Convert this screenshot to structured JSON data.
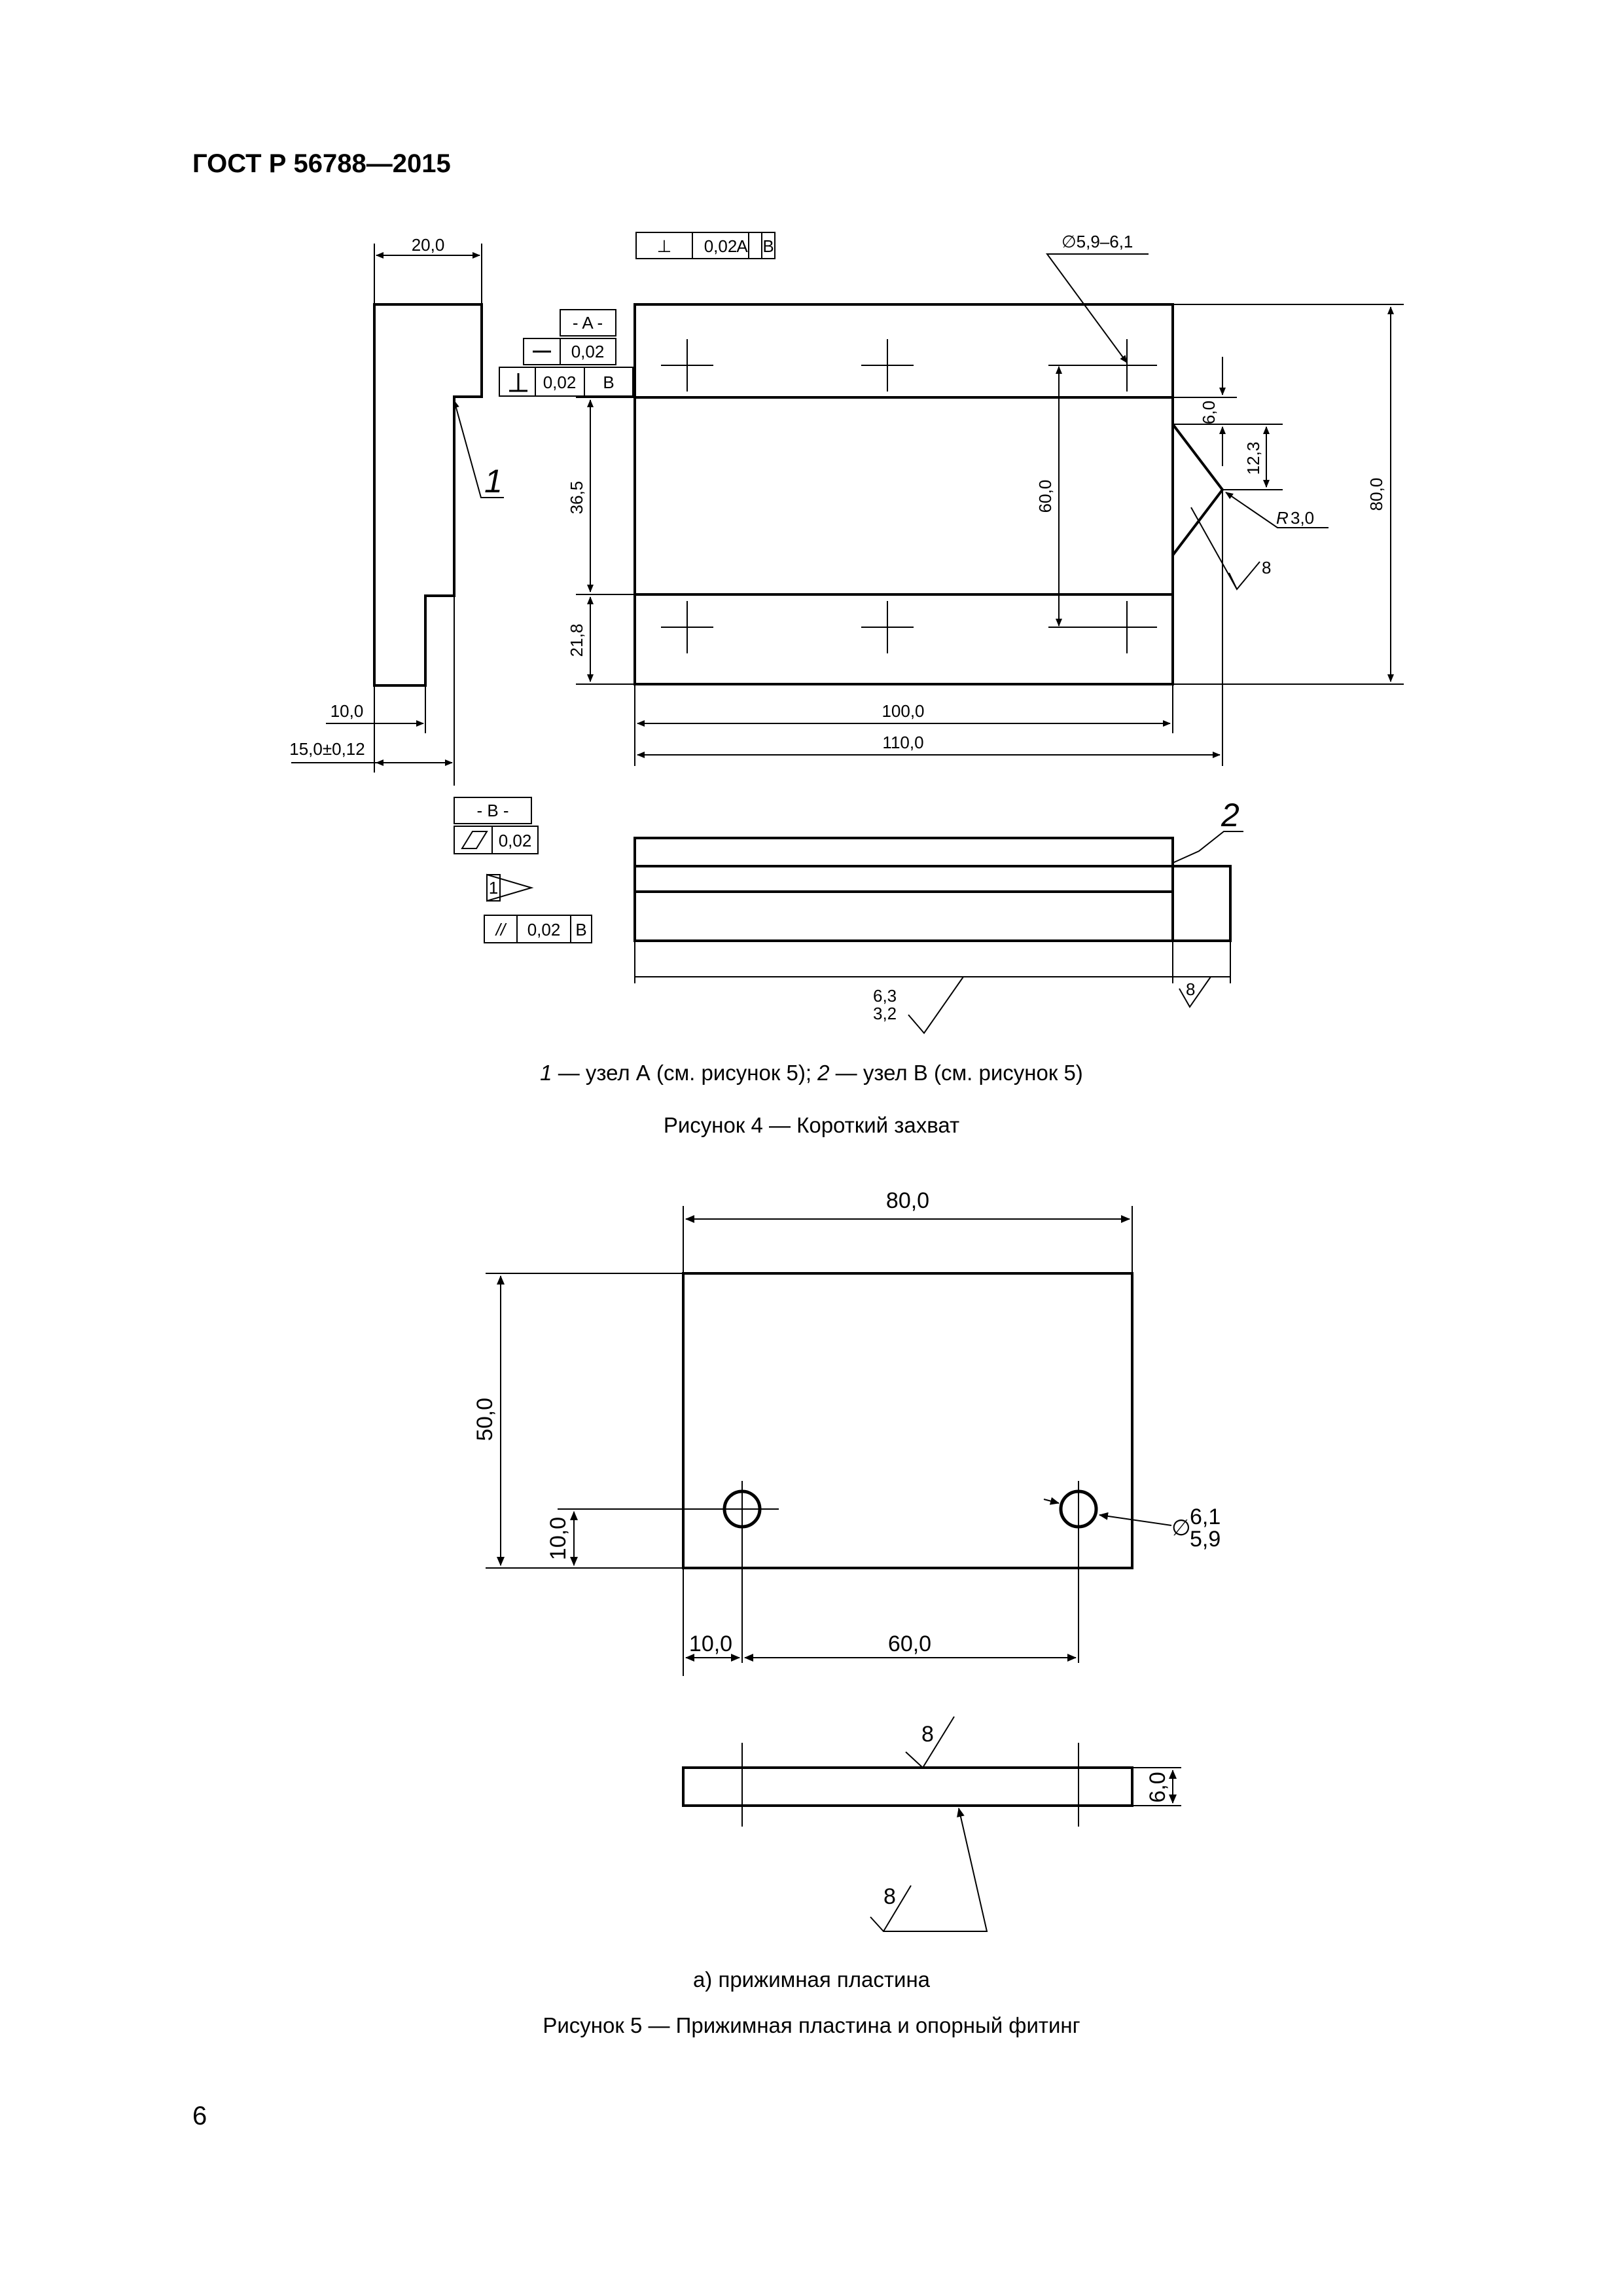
{
  "header": "ГОСТ Р 56788—2015",
  "page_number": "6",
  "figure4": {
    "caption": "Рисунок 4 — Короткий захват",
    "legend": {
      "n1": "1",
      "t1": " — узел А (см. рисунок 5); ",
      "n2": "2",
      "t2": " — узел B (см. рисунок 5)"
    },
    "leaders": [
      "1",
      "2"
    ],
    "dims": {
      "d20": "20,0",
      "d10": "10,0",
      "d15": "15,0±0,12",
      "d36": "36,5",
      "d21": "21,8",
      "d60": "60,0",
      "d80": "80,0",
      "d6": "6,0",
      "d12": "12,3",
      "r3": "3,0",
      "rlabel": "R",
      "hole": "∅5,9–6,1",
      "d100": "100,0",
      "d110": "110,0"
    },
    "tolerance": {
      "perp_top": [
        "⊥",
        "0,02",
        "A",
        "B"
      ],
      "datum_a": "- A -",
      "flat_val": "0,02",
      "perp_val": "0,02",
      "perp_ref": "B",
      "datum_b": "- B -",
      "flatness_val": "0,02",
      "parallel_sym": "//",
      "parallel_val": "0,02",
      "parallel_ref": "B",
      "note_flag": "1"
    },
    "roughness": {
      "r8a": "8",
      "r8b": "8",
      "r63": "6,3",
      "r32": "3,2"
    }
  },
  "figure5": {
    "subcaption": "а) прижимная пластина",
    "caption": "Рисунок 5 — Прижимная пластина и опорный фитинг",
    "dims": {
      "w80": "80,0",
      "h50": "50,0",
      "h10": "10,0",
      "x10": "10,0",
      "x60": "60,0",
      "hole_sym": "∅",
      "hole_max": "6,1",
      "hole_min": "5,9",
      "t6": "6,0"
    },
    "roughness": {
      "top": "8",
      "bottom": "8"
    }
  }
}
